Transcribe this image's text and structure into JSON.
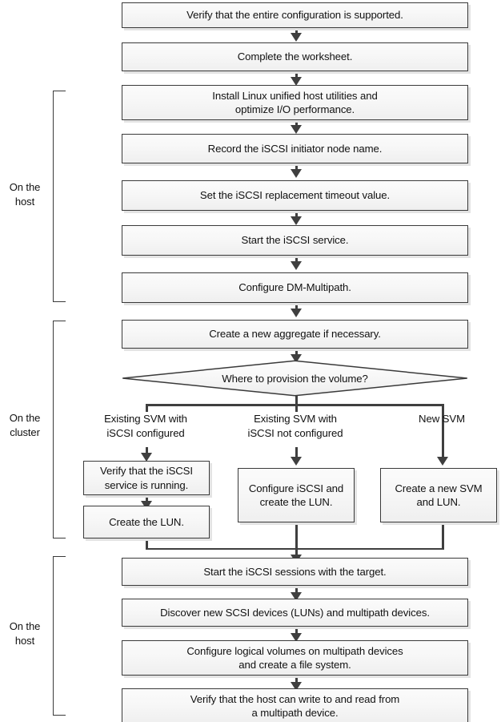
{
  "diagram": {
    "title": "iSCSI configuration workflow",
    "colors": {
      "box_border": "#3a3a3a",
      "box_fill_top": "#fbfbfb",
      "box_fill_bottom": "#efefef",
      "box_shadow": "#e3e3e3",
      "connector": "#3f3f3f",
      "text": "#111111",
      "background": "#ffffff"
    }
  },
  "lanes": [
    {
      "id": "lane-host-top",
      "label": "On the\nhost",
      "line1": "On the",
      "line2": "host"
    },
    {
      "id": "lane-cluster",
      "label": "On the\ncluster",
      "line1": "On the",
      "line2": "cluster"
    },
    {
      "id": "lane-host-bottom",
      "label": "On the\nhost",
      "line1": "On the",
      "line2": "host"
    }
  ],
  "nodes": [
    {
      "id": "verify-configuration-supported",
      "type": "process",
      "text": "Verify that the entire configuration is supported."
    },
    {
      "id": "complete-worksheet",
      "type": "process",
      "text": "Complete the worksheet."
    },
    {
      "id": "install-host-utilities",
      "type": "process",
      "line1": "Install Linux unified host utilities and",
      "line2": "optimize I/O performance."
    },
    {
      "id": "record-initiator-node-name",
      "type": "process",
      "text": "Record the iSCSI initiator node name."
    },
    {
      "id": "set-replacement-timeout",
      "type": "process",
      "text": "Set the iSCSI replacement timeout value."
    },
    {
      "id": "start-iscsi-service",
      "type": "process",
      "text": "Start the iSCSI service."
    },
    {
      "id": "configure-dm-multipath",
      "type": "process",
      "text": "Configure DM-Multipath."
    },
    {
      "id": "create-new-aggregate",
      "type": "process",
      "text": "Create a new aggregate if necessary."
    },
    {
      "id": "where-to-provision-volume",
      "type": "decision",
      "text": "Where to provision the volume?"
    },
    {
      "id": "verify-iscsi-service-running",
      "type": "process",
      "line1": "Verify that the iSCSI",
      "line2": "service is running."
    },
    {
      "id": "create-the-lun",
      "type": "process",
      "text": "Create the LUN."
    },
    {
      "id": "configure-iscsi-and-create-lun",
      "type": "process",
      "line1": "Configure iSCSI and",
      "line2": "create the LUN."
    },
    {
      "id": "create-new-svm-and-lun",
      "type": "process",
      "line1": "Create a new SVM",
      "line2": "and LUN."
    },
    {
      "id": "start-iscsi-sessions",
      "type": "process",
      "text": "Start the iSCSI sessions with the target."
    },
    {
      "id": "discover-scsi-devices",
      "type": "process",
      "text": "Discover new SCSI devices (LUNs) and multipath devices."
    },
    {
      "id": "configure-logical-volumes",
      "type": "process",
      "line1": "Configure logical volumes on multipath devices",
      "line2": "and create a file system."
    },
    {
      "id": "verify-host-read-write",
      "type": "process",
      "line1": "Verify that the host can write to and read from",
      "line2": "a multipath device."
    }
  ],
  "branch_labels": [
    {
      "id": "branch-existing-svm-iscsi-configured",
      "line1": "Existing SVM with",
      "line2": "iSCSI configured"
    },
    {
      "id": "branch-existing-svm-iscsi-not-configured",
      "line1": "Existing SVM with",
      "line2": "iSCSI not configured"
    },
    {
      "id": "branch-new-svm",
      "line1": "New SVM",
      "line2": ""
    }
  ]
}
